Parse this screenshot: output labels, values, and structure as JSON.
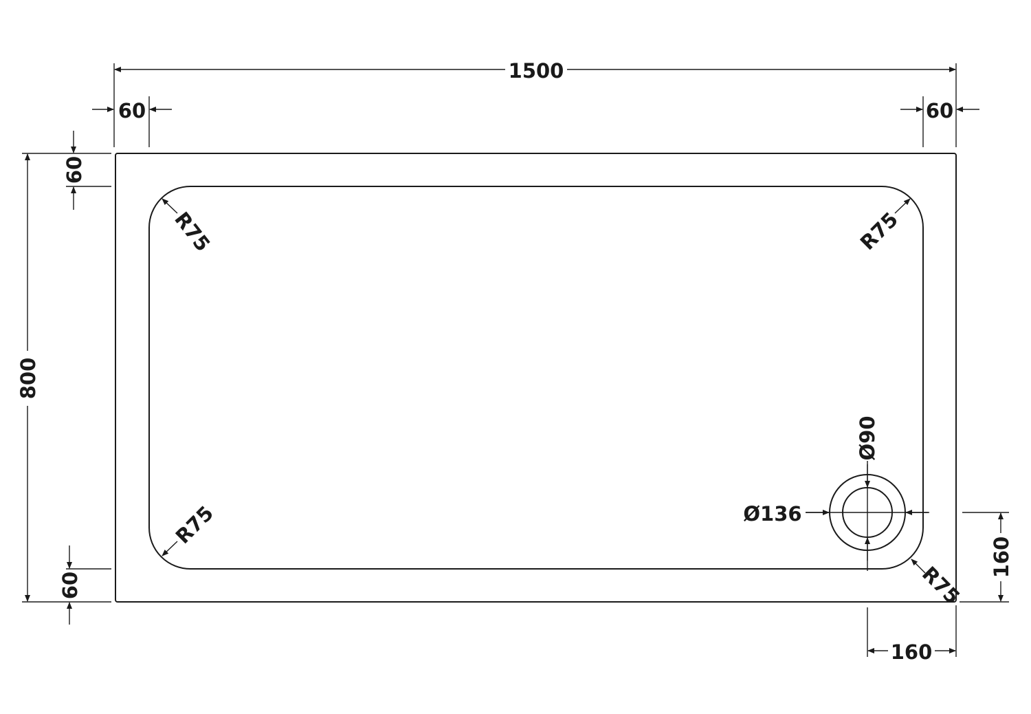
{
  "colors": {
    "ink": "#1a1a1a",
    "background": "#ffffff"
  },
  "labels": {
    "overall_width": "1500",
    "overall_depth": "800",
    "rim_left": "60",
    "rim_right": "60",
    "rim_top": "60",
    "rim_bottom": "60",
    "radius_top_left": "R75",
    "radius_top_right": "R75",
    "radius_bottom_left": "R75",
    "radius_bottom_right": "R75",
    "waste_inner_diameter": "Ø90",
    "waste_outer_diameter": "Ø136",
    "waste_offset_side": "160",
    "waste_offset_front": "160"
  }
}
